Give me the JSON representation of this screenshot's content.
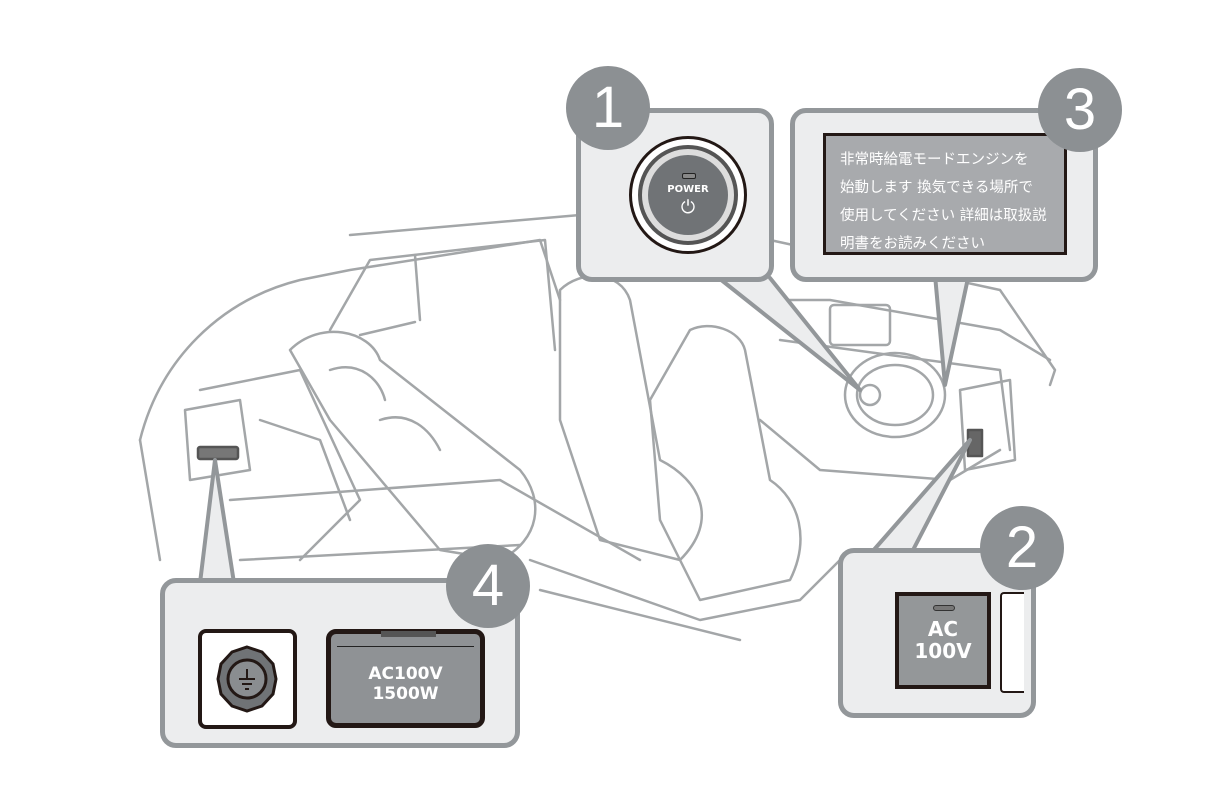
{
  "callouts": [
    {
      "number": "1",
      "button": {
        "label": "POWER",
        "icon": "power-icon",
        "symbol": "⏻"
      }
    },
    {
      "number": "2",
      "outlet": {
        "line1": "AC",
        "line2": "100V"
      }
    },
    {
      "number": "3",
      "screen_lines": [
        "非常時給電モードエンジンを",
        "始動します 換気できる場所で",
        "使用してください 詳細は取扱説",
        "明書をお読みください"
      ]
    },
    {
      "number": "4",
      "ground_icon": "ground-icon",
      "outlet": {
        "line1": "AC100V",
        "line2": "1500W"
      }
    }
  ],
  "colors": {
    "callout_border": "#93979a",
    "callout_fill": "#ecedee",
    "badge": "#8c9093",
    "line": "#a3a6a8"
  }
}
